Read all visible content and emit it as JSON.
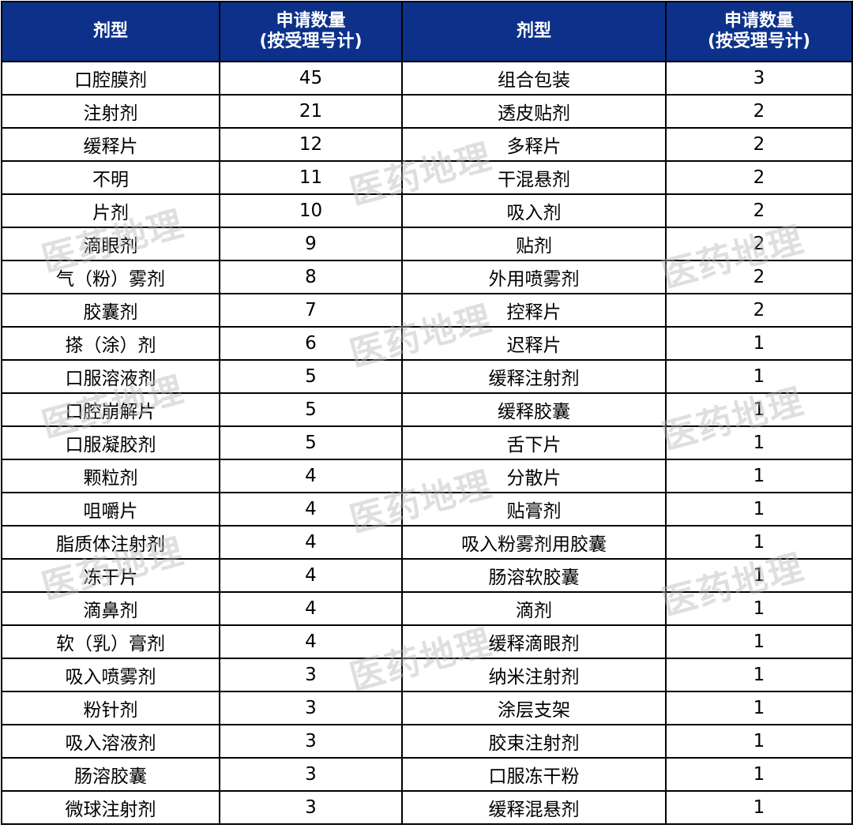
{
  "headers": {
    "type": "剂型",
    "count_line1": "申请数量",
    "count_line2": "(按受理号计)"
  },
  "watermark": "医药地理",
  "rows": [
    {
      "left_type": "口腔膜剂",
      "left_count": "45",
      "right_type": "组合包装",
      "right_count": "3"
    },
    {
      "left_type": "注射剂",
      "left_count": "21",
      "right_type": "透皮贴剂",
      "right_count": "2"
    },
    {
      "left_type": "缓释片",
      "left_count": "12",
      "right_type": "多释片",
      "right_count": "2"
    },
    {
      "left_type": "不明",
      "left_count": "11",
      "right_type": "干混悬剂",
      "right_count": "2"
    },
    {
      "left_type": "片剂",
      "left_count": "10",
      "right_type": "吸入剂",
      "right_count": "2"
    },
    {
      "left_type": "滴眼剂",
      "left_count": "9",
      "right_type": "贴剂",
      "right_count": "2"
    },
    {
      "left_type": "气（粉）雾剂",
      "left_count": "8",
      "right_type": "外用喷雾剂",
      "right_count": "2"
    },
    {
      "left_type": "胶囊剂",
      "left_count": "7",
      "right_type": "控释片",
      "right_count": "2"
    },
    {
      "left_type": "搽（涂）剂",
      "left_count": "6",
      "right_type": "迟释片",
      "right_count": "1"
    },
    {
      "left_type": "口服溶液剂",
      "left_count": "5",
      "right_type": "缓释注射剂",
      "right_count": "1"
    },
    {
      "left_type": "口腔崩解片",
      "left_count": "5",
      "right_type": "缓释胶囊",
      "right_count": "1"
    },
    {
      "left_type": "口服凝胶剂",
      "left_count": "5",
      "right_type": "舌下片",
      "right_count": "1"
    },
    {
      "left_type": "颗粒剂",
      "left_count": "4",
      "right_type": "分散片",
      "right_count": "1"
    },
    {
      "left_type": "咀嚼片",
      "left_count": "4",
      "right_type": "贴膏剂",
      "right_count": "1"
    },
    {
      "left_type": "脂质体注射剂",
      "left_count": "4",
      "right_type": "吸入粉雾剂用胶囊",
      "right_count": "1"
    },
    {
      "left_type": "冻干片",
      "left_count": "4",
      "right_type": "肠溶软胶囊",
      "right_count": "1"
    },
    {
      "left_type": "滴鼻剂",
      "left_count": "4",
      "right_type": "滴剂",
      "right_count": "1"
    },
    {
      "left_type": "软（乳）膏剂",
      "left_count": "4",
      "right_type": "缓释滴眼剂",
      "right_count": "1"
    },
    {
      "left_type": "吸入喷雾剂",
      "left_count": "3",
      "right_type": "纳米注射剂",
      "right_count": "1"
    },
    {
      "left_type": "粉针剂",
      "left_count": "3",
      "right_type": "涂层支架",
      "right_count": "1"
    },
    {
      "left_type": "吸入溶液剂",
      "left_count": "3",
      "right_type": "胶束注射剂",
      "right_count": "1"
    },
    {
      "left_type": "肠溶胶囊",
      "left_count": "3",
      "right_type": "口服冻干粉",
      "right_count": "1"
    },
    {
      "left_type": "微球注射剂",
      "left_count": "3",
      "right_type": "缓释混悬剂",
      "right_count": "1"
    }
  ]
}
